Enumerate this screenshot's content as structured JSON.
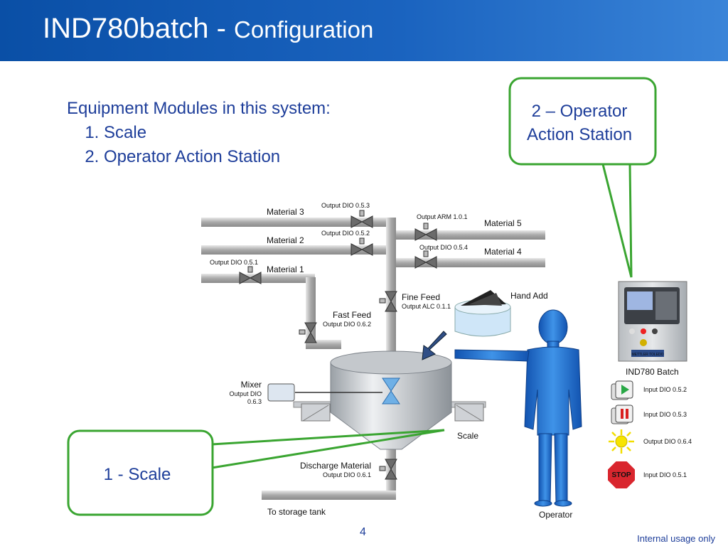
{
  "header": {
    "title_main": "IND780batch - ",
    "title_sub": "Configuration"
  },
  "intro": {
    "heading": "Equipment Modules in this system:",
    "items": [
      "Scale",
      "Operator Action Station"
    ]
  },
  "callouts": {
    "operator_station": [
      "2 – Operator",
      "Action Station"
    ],
    "scale": "1 - Scale"
  },
  "materials": {
    "m3": "Material 3",
    "m2": "Material 2",
    "m1": "Material 1",
    "m5": "Material 5",
    "m4": "Material 4"
  },
  "outputs": {
    "dio_053": "Output DIO 0.5.3",
    "dio_052": "Output DIO 0.5.2",
    "dio_051": "Output DIO 0.5.1",
    "arm_101": "Output ARM 1.0.1",
    "dio_054": "Output DIO 0.5.4"
  },
  "feeds": {
    "fine_feed": "Fine Feed",
    "fine_feed_out": "Output ALC 0.1.1",
    "fast_feed": "Fast Feed",
    "fast_feed_out": "Output DIO 0.6.2",
    "hand_add": "Hand Add"
  },
  "mixer": {
    "label": "Mixer",
    "out1": "Output DIO",
    "out2": "0.6.3"
  },
  "scale_label": "Scale",
  "discharge": {
    "label": "Discharge Material",
    "out": "Output DIO 0.6.1",
    "to_tank": "To storage tank"
  },
  "operator_label": "Operator",
  "terminal": {
    "label": "IND780 Batch",
    "brand": "METTLER TOLEDO",
    "io": [
      "Input DIO 0.5.2",
      "Input DIO 0.5.3",
      "Output DIO 0.6.4",
      "Input DIO 0.5.1"
    ],
    "stop": "STOP"
  },
  "footer": {
    "page": "4",
    "note": "Internal usage only"
  },
  "colors": {
    "header": "#1a63bf",
    "text_blue": "#1e3e9a",
    "callout_green": "#3aa531",
    "operator_blue": "#1e6fd0"
  }
}
